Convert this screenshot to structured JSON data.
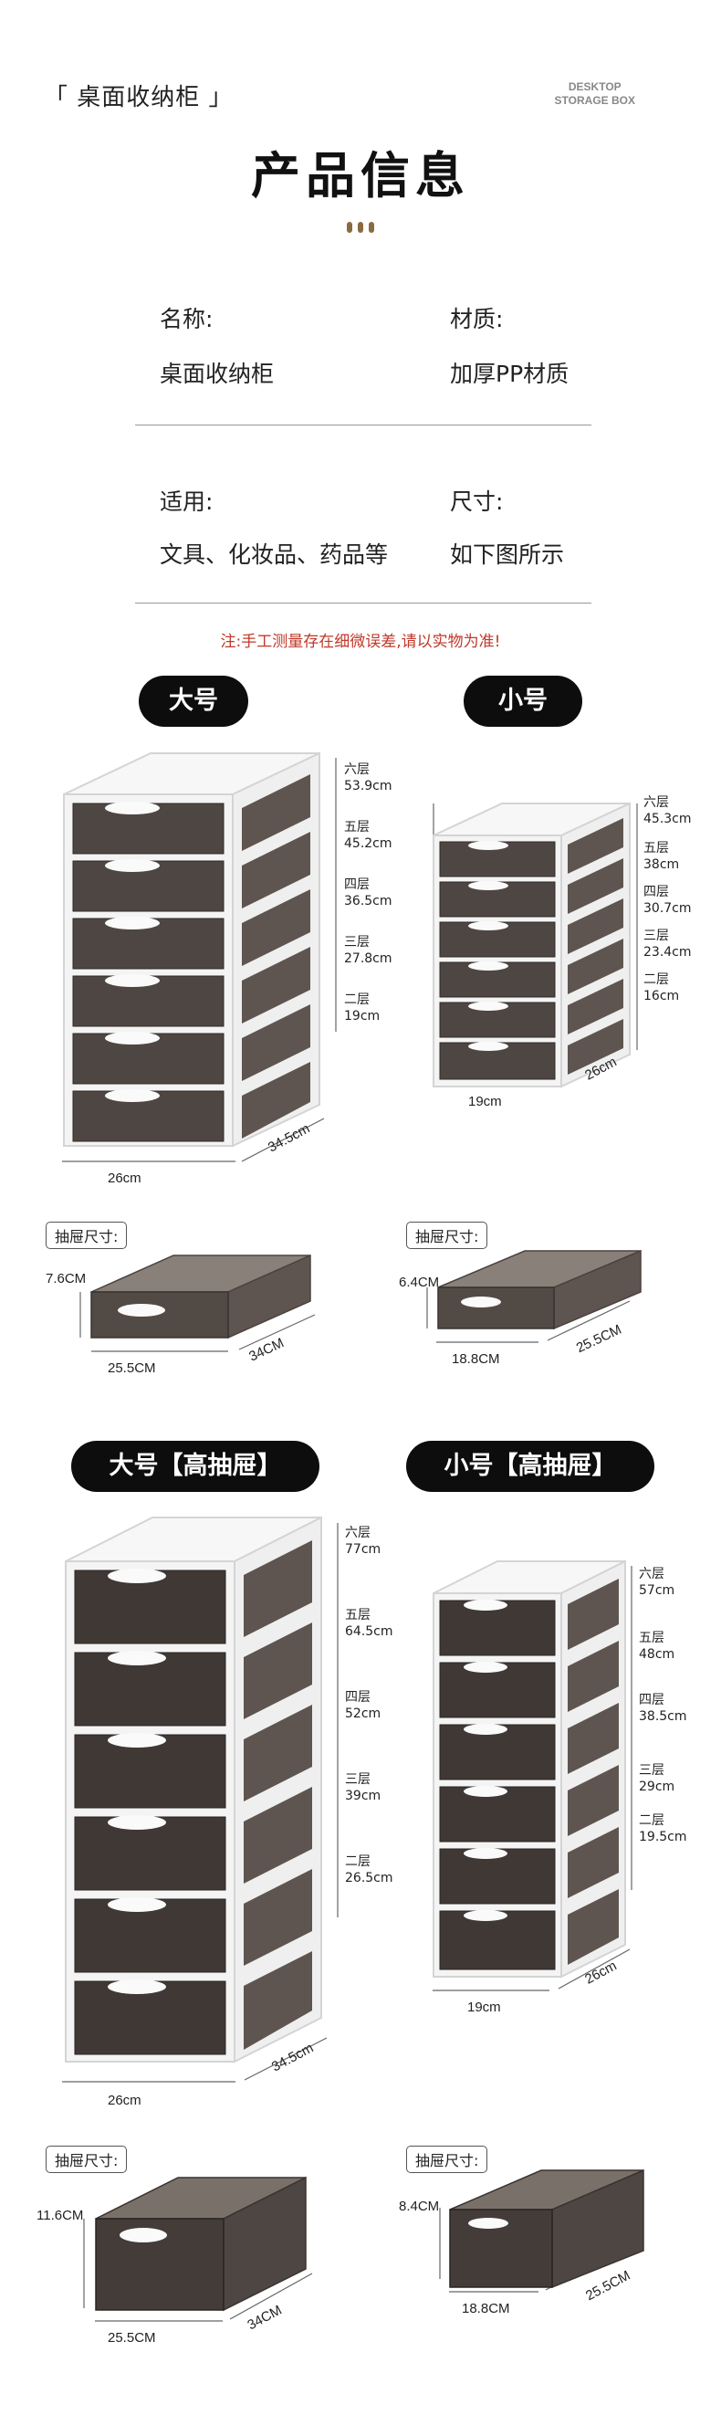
{
  "header": {
    "bracket_title": "「 桌面收纳柜 」",
    "en_line1": "DESKTOP",
    "en_line2": "STORAGE BOX",
    "title": "产品信息"
  },
  "info": {
    "name_label": "名称:",
    "name_value": "桌面收纳柜",
    "material_label": "材质:",
    "material_value": "加厚PP材质",
    "usage_label": "适用:",
    "usage_value": "文具、化妆品、药品等",
    "size_label": "尺寸:",
    "size_value": "如下图所示"
  },
  "note": "注:手工测量存在细微误差,请以实物为准!",
  "sections": {
    "large": {
      "pill": "大号",
      "layers": [
        {
          "name": "六层",
          "height": "53.9cm"
        },
        {
          "name": "五层",
          "height": "45.2cm"
        },
        {
          "name": "四层",
          "height": "36.5cm"
        },
        {
          "name": "三层",
          "height": "27.8cm"
        },
        {
          "name": "二层",
          "height": "19cm"
        }
      ],
      "width": "26cm",
      "depth": "34.5cm",
      "drawer_tag": "抽屉尺寸:",
      "drawer_h": "7.6CM",
      "drawer_w": "25.5CM",
      "drawer_d": "34CM"
    },
    "small": {
      "pill": "小号",
      "layers": [
        {
          "name": "六层",
          "height": "45.3cm"
        },
        {
          "name": "五层",
          "height": "38cm"
        },
        {
          "name": "四层",
          "height": "30.7cm"
        },
        {
          "name": "三层",
          "height": "23.4cm"
        },
        {
          "name": "二层",
          "height": "16cm"
        }
      ],
      "width": "19cm",
      "depth": "26cm",
      "drawer_tag": "抽屉尺寸:",
      "drawer_h": "6.4CM",
      "drawer_w": "18.8CM",
      "drawer_d": "25.5CM"
    },
    "large_tall": {
      "pill": "大号【高抽屉】",
      "layers": [
        {
          "name": "六层",
          "height": "77cm"
        },
        {
          "name": "五层",
          "height": "64.5cm"
        },
        {
          "name": "四层",
          "height": "52cm"
        },
        {
          "name": "三层",
          "height": "39cm"
        },
        {
          "name": "二层",
          "height": "26.5cm"
        }
      ],
      "width": "26cm",
      "depth": "34.5cm",
      "drawer_tag": "抽屉尺寸:",
      "drawer_h": "11.6CM",
      "drawer_w": "25.5CM",
      "drawer_d": "34CM"
    },
    "small_tall": {
      "pill": "小号【高抽屉】",
      "layers": [
        {
          "name": "六层",
          "height": "57cm"
        },
        {
          "name": "五层",
          "height": "48cm"
        },
        {
          "name": "四层",
          "height": "38.5cm"
        },
        {
          "name": "三层",
          "height": "29cm"
        },
        {
          "name": "二层",
          "height": "19.5cm"
        }
      ],
      "width": "19cm",
      "depth": "26cm",
      "drawer_tag": "抽屉尺寸:",
      "drawer_h": "8.4CM",
      "drawer_w": "18.8CM",
      "drawer_d": "25.5CM"
    }
  },
  "colors": {
    "drawer_smoke": "#5b524d",
    "frame": "#f4f4f4",
    "pill_bg": "#0d0d0d",
    "note_red": "#c0392b",
    "accent_dots": "#8a6a40"
  }
}
